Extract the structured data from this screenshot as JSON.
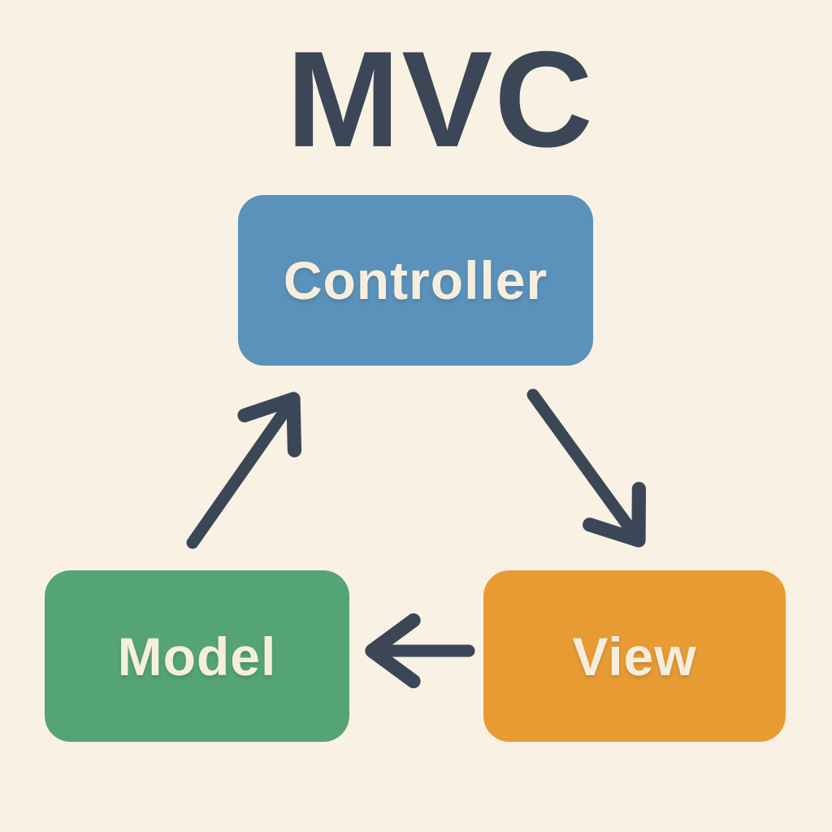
{
  "title": "MVC",
  "nodes": [
    {
      "id": "controller",
      "label": "Controller",
      "color": "#5a92bb"
    },
    {
      "id": "model",
      "label": "Model",
      "color": "#54a476"
    },
    {
      "id": "view",
      "label": "View",
      "color": "#e99b33"
    }
  ],
  "edges": [
    {
      "from": "model",
      "to": "controller"
    },
    {
      "from": "controller",
      "to": "view"
    },
    {
      "from": "view",
      "to": "model"
    }
  ],
  "colors": {
    "background": "#f8f1e4",
    "title": "#3b4757",
    "arrow": "#3b4757",
    "node_text": "#f6eedd"
  }
}
